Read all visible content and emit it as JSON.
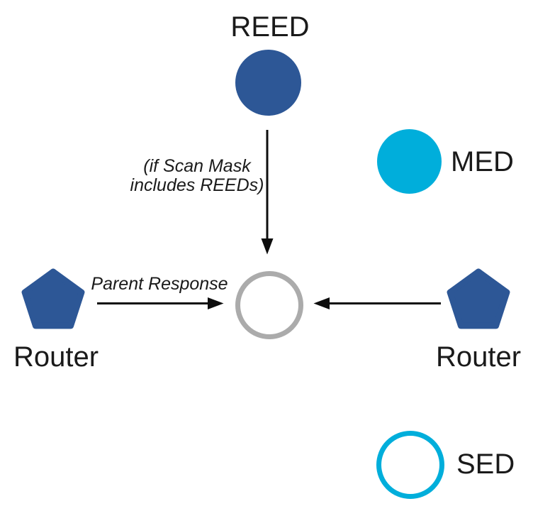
{
  "colors": {
    "navy": "#2D5796",
    "cyan": "#00AEDB",
    "gray": "#ABABAB",
    "ink": "#1A1A1A",
    "arrow": "#0D0D0D"
  },
  "nodes": {
    "reed": {
      "label": "REED",
      "shape": "filled-circle"
    },
    "med": {
      "label": "MED",
      "shape": "filled-circle"
    },
    "sed": {
      "label": "SED",
      "shape": "outlined-circle"
    },
    "router_left": {
      "label": "Router",
      "shape": "pentagon"
    },
    "router_right": {
      "label": "Router",
      "shape": "pentagon"
    },
    "center": {
      "label": "",
      "shape": "outlined-circle-gray"
    }
  },
  "annotations": {
    "scan_mask_condition": [
      "(if Scan Mask",
      "includes REEDs)"
    ],
    "parent_response": "Parent Response"
  }
}
